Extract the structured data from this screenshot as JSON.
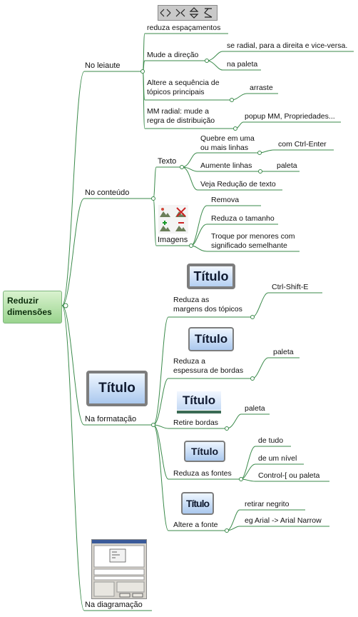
{
  "root": "Reduzir\ndimensões",
  "branches": {
    "layout": {
      "label": "No leiaute",
      "reduce_spacing": "reduza espaçamentos",
      "change_direction": "Mude a direção",
      "if_radial": "se radial, para a direita e vice-versa.",
      "on_palette": "na paleta",
      "change_order": "Altere a sequência de\ntópicos principais",
      "drag": "arraste",
      "mm_radial": "MM radial: mude a\nregra de distribuição",
      "popup_props": "popup MM, Propriedades..."
    },
    "content": {
      "label": "No conteúdo",
      "text": "Texto",
      "break_lines": "Quebre em uma\nou mais linhas",
      "ctrl_enter": "com Ctrl-Enter",
      "increase_lines": "Aumente linhas",
      "palette": "paleta",
      "see_text_reduction": "Veja Redução de texto",
      "images": "Imagens",
      "remove": "Remova",
      "reduce_size": "Reduza o tamanho",
      "swap_smaller": "Troque por menores com\nsignificado semelhante"
    },
    "formatting": {
      "label": "Na formatação",
      "title_word": "Título",
      "reduce_margins": "Reduza as\nmargens dos tópicos",
      "ctrl_shift_e": "Ctrl-Shift-E",
      "reduce_border": "Reduza a\nespessura de bordas",
      "palette_1": "paleta",
      "remove_borders": "Retire bordas",
      "palette_2": "paleta",
      "reduce_fonts": "Reduza as fontes",
      "all": "de tudo",
      "one_level": "de um nível",
      "ctrl_bracket": "Control-[ ou paleta",
      "change_font": "Altere a fonte",
      "no_bold": "retirar negrito",
      "arial_narrow": "eg Arial -> Arial Narrow"
    },
    "diagram": {
      "label": "Na diagramação"
    }
  },
  "colors": {
    "connector": "#3a8a4a",
    "root_fill": "#9ad48e",
    "title_fill": "#aac8ee",
    "underline": "#3b6b55"
  }
}
